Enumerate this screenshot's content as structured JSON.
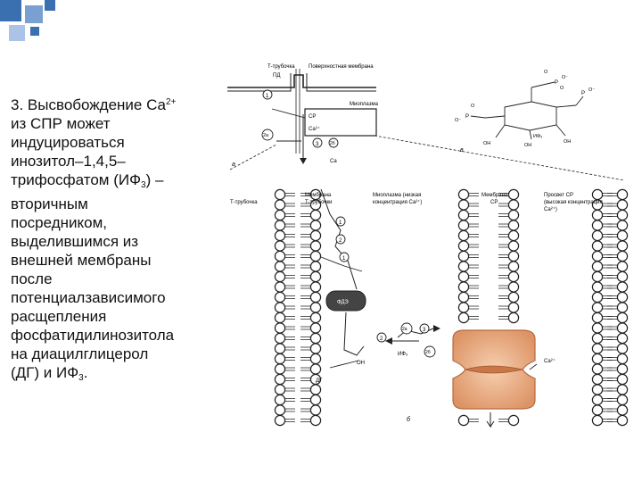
{
  "slide": {
    "number": "3.",
    "lines": [
      {
        "pre": "Высвобождение Са",
        "sup": "2+"
      },
      {
        "pre": "из СПР может"
      },
      {
        "pre": "индуцироваться"
      },
      {
        "pre": "инозитол–1,4,5–"
      },
      {
        "pre": "трифосфатом (ИФ",
        "sub": "3",
        "post": ") –"
      },
      {
        "pre": "вторичным"
      },
      {
        "pre": "посредником,"
      },
      {
        "pre": "выделившимся из"
      },
      {
        "pre": "внешней мембраны"
      },
      {
        "pre": "после"
      },
      {
        "pre": "потенциалзависимого"
      },
      {
        "pre": "расщепления"
      },
      {
        "pre": "фосфатидилинозитола"
      },
      {
        "pre": "на диацилглицерол"
      },
      {
        "pre": "(ДГ) и ИФ",
        "sub": "3",
        "post": "."
      }
    ]
  },
  "figure": {
    "panel_a": {
      "t_tubule": "Т-трубочка",
      "surface_membrane": "Поверхностная мембрана",
      "pd": "ПД",
      "myoplasm": "Миоплазма",
      "sr": "СР",
      "ca2": "Са²⁺",
      "ca": "Са",
      "num_1": "1",
      "num_2a": "2а",
      "num_2b": "2б",
      "num_3": "3",
      "letter": "а"
    },
    "panel_v": {
      "letter": "в",
      "oh1": "OH",
      "oh2": "OH",
      "oh3": "OH",
      "ip3": "ИФ₃",
      "p": "P",
      "o": "O",
      "o_minus": "O⁻"
    },
    "panel_b": {
      "t_tubule": "Т-трубочка",
      "membrane_t_line1": "Мембрана",
      "membrane_t_line2": "Т-трубочки",
      "myoplasm_line1": "Миоплазма (низкая",
      "myoplasm_line2": "концентрация Са²⁺)",
      "sr_membrane_line1": "Мембрана",
      "sr_membrane_line2": "СР",
      "sr_lumen_line1": "Просвет СР",
      "sr_lumen_line2": "(высокая концентрация",
      "sr_lumen_line3": "Са²⁺)",
      "fde": "ФДЭ",
      "ip3": "ИФ₃",
      "dg": "ДГ",
      "oh": "OH",
      "ca2": "Са²⁺",
      "num_1": "1",
      "num_2": "2",
      "num_2a": "2а",
      "num_2b": "2б",
      "num_3": "3",
      "letter": "б"
    }
  },
  "colors": {
    "corner_blue": "#3a6fb0",
    "corner_light": "#aac3e6",
    "channel_fill": "#f1b890",
    "channel_dark": "#d98c5f",
    "fde_fill": "#444444",
    "fde_text": "#ffffff"
  }
}
